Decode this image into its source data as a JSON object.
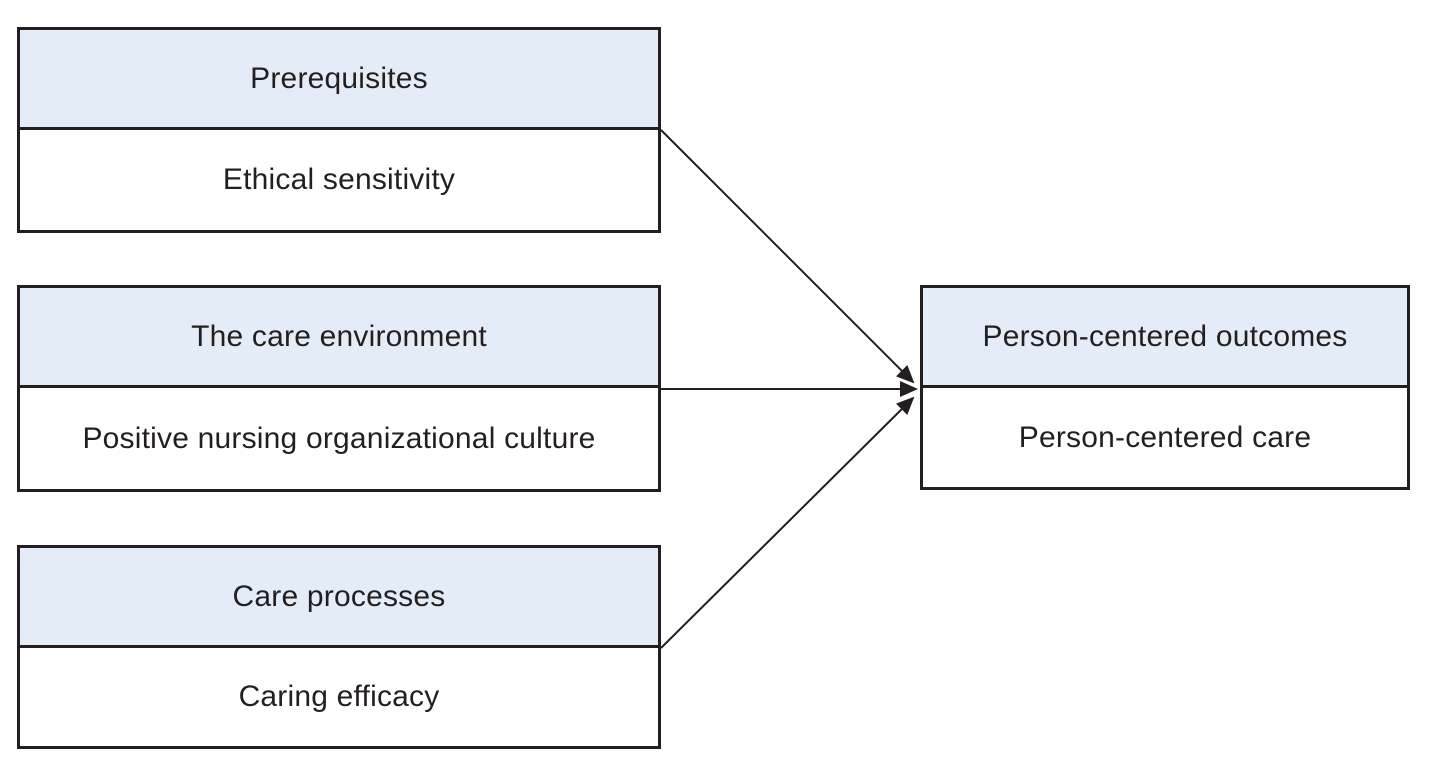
{
  "diagram": {
    "boxes": [
      {
        "header": "Prerequisites",
        "body": "Ethical sensitivity"
      },
      {
        "header": "The care environment",
        "body": "Positive nursing organizational culture"
      },
      {
        "header": "Care processes",
        "body": "Caring efficacy"
      },
      {
        "header": "Person-centered outcomes",
        "body": "Person-centered care"
      }
    ],
    "connections": [
      {
        "from": "Prerequisites",
        "to": "Person-centered outcomes"
      },
      {
        "from": "The care environment",
        "to": "Person-centered outcomes"
      },
      {
        "from": "Care processes",
        "to": "Person-centered outcomes"
      }
    ],
    "colors": {
      "header_fill": "#e4edf7",
      "box_fill": "#ffffff",
      "border": "#231f20",
      "text": "#231f20",
      "background": "#ffffff"
    }
  }
}
